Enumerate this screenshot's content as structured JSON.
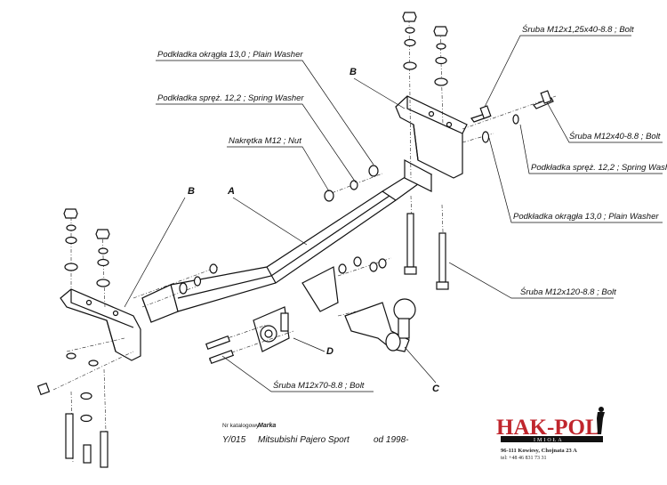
{
  "labels": {
    "washer_plain_top": "Podkładka okrągła 13,0 ;  Plain Washer",
    "washer_spring_top": "Podkładka spręż. 12,2 ; Spring Washer",
    "nut": "Nakrętka  M12 ; Nut",
    "bolt_m12x125": "Śruba M12x1,25x40-8.8 ;  Bolt",
    "bolt_m12x40": "Śruba M12x40-8.8 ;  Bolt",
    "washer_spring_right": "Podkładka spręż. 12,2 ; Spring Washer",
    "washer_plain_right": "Podkładka okrągła 13,0 ;  Plain Washer",
    "bolt_m12x120": "Śruba M12x120-8.8 ;  Bolt",
    "bolt_m12x70": "Śruba M12x70-8.8 ;  Bolt"
  },
  "part_letters": {
    "a": "A",
    "b_left": "B",
    "b_right": "B",
    "c": "C",
    "d": "D"
  },
  "catalog": {
    "nr_label": "Nr katalogowy",
    "marka_label": "Marka",
    "number": "Y/015",
    "vehicle": "Mitsubishi Pajero Sport",
    "year": "od 1998-"
  },
  "company": {
    "name": "HAK-POL",
    "subname": "IMIOŁA",
    "address": "96-111 Kowiesy, Chojnata 23 A",
    "phone": "tel: +48 46 831 73 31",
    "brand_color": "#c0262d"
  }
}
